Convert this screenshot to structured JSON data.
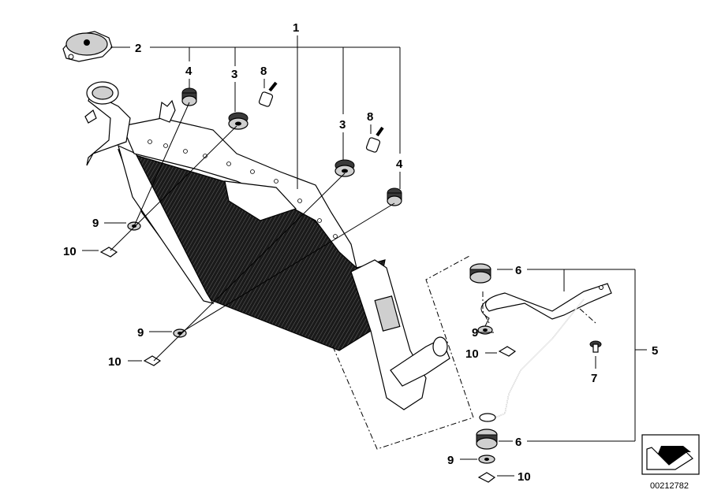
{
  "diagram": {
    "callouts": {
      "c1": "1",
      "c2": "2",
      "c3a": "3",
      "c3b": "3",
      "c4a": "4",
      "c4b": "4",
      "c5": "5",
      "c6a": "6",
      "c6b": "6",
      "c7": "7",
      "c8a": "8",
      "c8b": "8",
      "c9a": "9",
      "c9b": "9",
      "c9c": "9",
      "c9d": "9",
      "c10a": "10",
      "c10b": "10",
      "c10c": "10",
      "c10d": "10"
    },
    "doc_number": "00212782",
    "icon": "next-view-arrow-icon"
  }
}
